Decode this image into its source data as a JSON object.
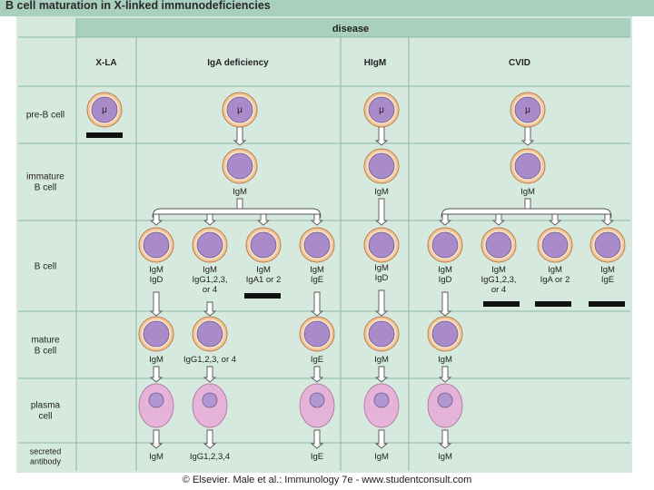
{
  "title": "B cell maturation in X-linked immunodeficiencies",
  "header": "disease",
  "columns": [
    "X-LA",
    "IgA deficiency",
    "HIgM",
    "CVID"
  ],
  "rows": [
    {
      "label": [
        "pre-B cell"
      ]
    },
    {
      "label": [
        "immature",
        "B cell"
      ]
    },
    {
      "label": [
        "B cell"
      ]
    },
    {
      "label": [
        "mature",
        "B cell"
      ]
    },
    {
      "label": [
        "plasma",
        "cell"
      ]
    },
    {
      "label": [
        "secreted",
        "antibody"
      ]
    }
  ],
  "mu": "μ",
  "nodes": {
    "preb_xla": "",
    "preb_iga": "",
    "preb_higm": "",
    "preb_cvid": "",
    "imm_iga": "IgM",
    "imm_higm": "IgM",
    "imm_cvid": "IgM",
    "b_iga_1": [
      "IgM",
      "IgD"
    ],
    "b_iga_2": [
      "IgM",
      "IgG1,2,3,",
      "or 4"
    ],
    "b_iga_3": [
      "IgM",
      "IgA1 or 2"
    ],
    "b_iga_4": [
      "IgM",
      "IgE"
    ],
    "b_higm": [
      "IgM",
      "IgD"
    ],
    "b_cvid_1": [
      "IgM",
      "IgD"
    ],
    "b_cvid_2": [
      "IgM",
      "IgG1,2,3,",
      "or 4"
    ],
    "b_cvid_3": [
      "IgM",
      "IgA or 2"
    ],
    "b_cvid_4": [
      "IgM",
      "IgE"
    ],
    "m_iga_1": "IgM",
    "m_iga_2": "IgG1,2,3, or 4",
    "m_iga_4": "IgE",
    "m_higm": "IgM",
    "m_cvid_1": "IgM",
    "s_iga_1": "IgM",
    "s_iga_2": "IgG1,2,3,4",
    "s_iga_4": "IgE",
    "s_higm": "IgM",
    "s_cvid_1": "IgM"
  },
  "colors": {
    "panel": "#d6e9de",
    "header_band": "#a9cfbf",
    "line": "#8bb9a6",
    "outer_ring": "#f3c79a",
    "ring_edge": "#b77f4e",
    "nucleus": "#a98bc9",
    "plasma": "#e6b3d8",
    "plasma_nucleus": "#b097cf",
    "block": "#111111"
  },
  "copyright": "© Elsevier. Male et al.: Immunology 7e - www.studentconsult.com"
}
